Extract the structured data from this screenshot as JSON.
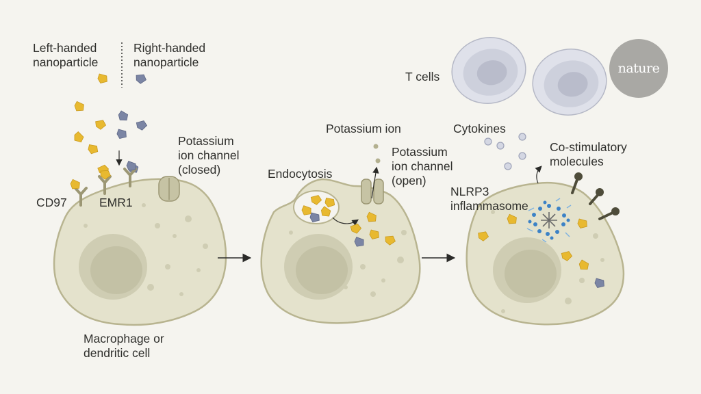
{
  "labels": {
    "left_handed": "Left-handed\nnanoparticle",
    "right_handed": "Right-handed\nnanoparticle",
    "k_channel_closed": "Potassium\nion channel\n(closed)",
    "cd97": "CD97",
    "emr1": "EMR1",
    "macrophage": "Macrophage or\ndendritic cell",
    "endocytosis": "Endocytosis",
    "potassium_ion": "Potassium ion",
    "k_channel_open": "Potassium\nion channel\n(open)",
    "t_cells": "T cells",
    "cytokines": "Cytokines",
    "costim": "Co-stimulatory\nmolecules",
    "nlrp3": "NLRP3\ninflammasome"
  },
  "logo": {
    "text": "nature"
  },
  "colors": {
    "background": "#f5f4ef",
    "cell_fill": "#e4e2cc",
    "cell_stroke": "#b8b490",
    "nucleus": "#cfcdb3",
    "left_nanoparticle": "#e8b930",
    "right_nanoparticle": "#7b85a4",
    "receptor": "#9c9774",
    "costim_molecule": "#4e4c3a",
    "inflammasome": "#3c82c6",
    "t_cell": "#dfe1ea",
    "logo_bg": "#a9a8a4"
  }
}
